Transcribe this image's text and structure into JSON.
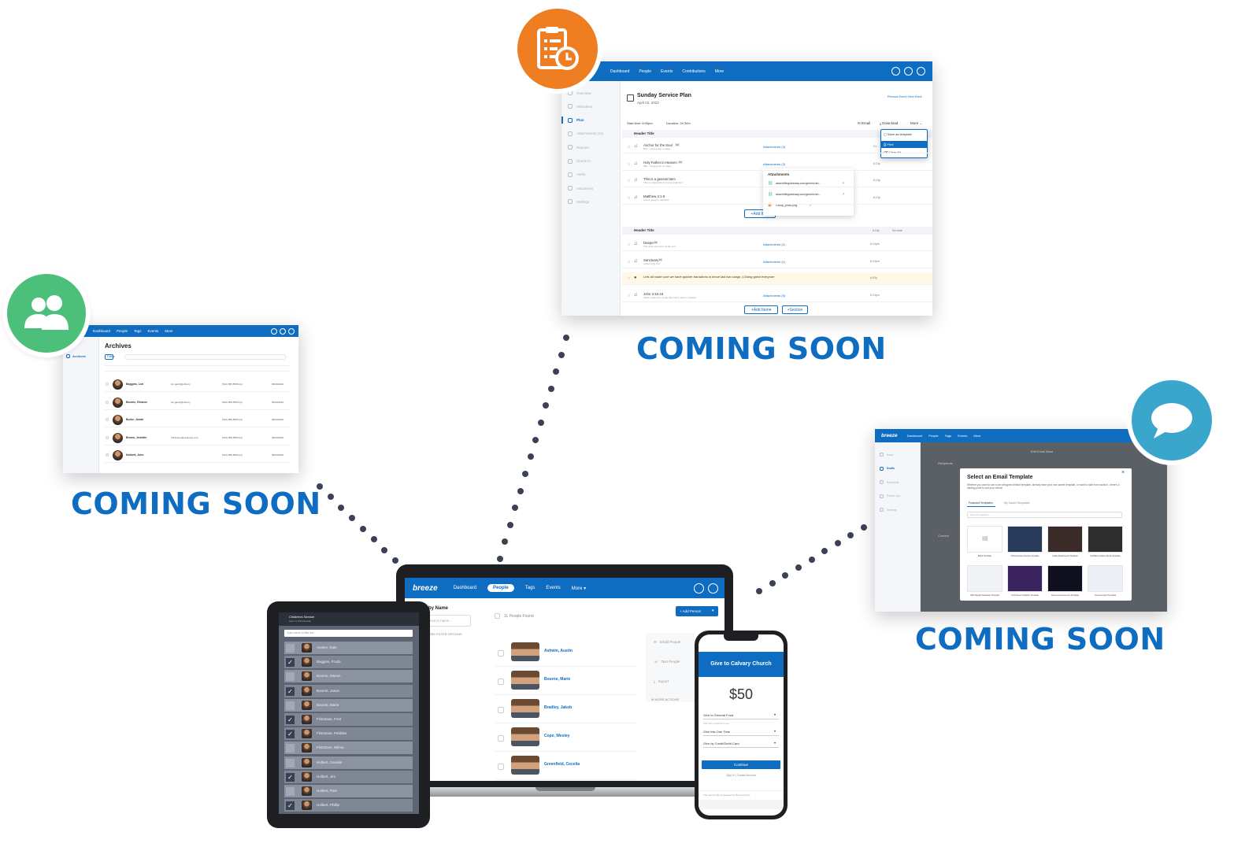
{
  "coming_soon": "COMING SOON",
  "colors": {
    "brand": "#0e6dc0",
    "orange": "#ef7d22",
    "green": "#4cc07a",
    "teal": "#3aa6cc"
  },
  "badges": {
    "plan": "clipboard-clock-icon",
    "people": "people-icon",
    "chat": "chat-bubble-icon"
  },
  "archives": {
    "nav": [
      "Dashboard",
      "People",
      "Tags",
      "Events",
      "More"
    ],
    "title": "Archives",
    "side": [
      "Archives"
    ],
    "filters": "Filters",
    "rows": [
      {
        "name": "Baggins, Lori",
        "email": "lori.gantz@shire.ly",
        "phone": "(512) 555-5555 (H)",
        "date": "05/04/2023"
      },
      {
        "name": "Bourne, Eleanor",
        "email": "lori.gantz@shire.ly",
        "phone": "(512) 555-5555 (H)",
        "date": "05/04/2023"
      },
      {
        "name": "Burke, Jonah",
        "email": "",
        "phone": "(512) 555-5555 (H)",
        "date": "05/04/2023"
      },
      {
        "name": "Brown, Jennifer",
        "email": "f.flintstone@example.com",
        "phone": "(512) 555-5555 (H)",
        "date": "05/04/2023"
      },
      {
        "name": "Holbert, John",
        "email": "",
        "phone": "(512) 555-5555 (H)",
        "date": "05/04/2023"
      }
    ]
  },
  "plan": {
    "nav": [
      "Dashboard",
      "People",
      "Events",
      "Contributions",
      "More"
    ],
    "side": [
      "Overview",
      "Attendees",
      "Plan",
      "Attachments (12)",
      "Reports",
      "Check In",
      "Alerts",
      "Volunteers",
      "Settings"
    ],
    "title": "Sunday Service Plan",
    "date": "April 02, 2023",
    "prevnext": "Previous Event | Next Event",
    "start": "Start time: 6:00pm",
    "duration": "Duration: 2h 30m",
    "email": "Email",
    "download": "Download",
    "more": "More",
    "menu": [
      "Save as template",
      "Print",
      "Clear All"
    ],
    "header_title": "Header Title",
    "items1": [
      {
        "title": "Anchor for the Soul",
        "key": "C#",
        "sub": "Billy - bring guitar to stage",
        "att": "Attachments (3)",
        "time": "6:1"
      },
      {
        "title": "Holy Father in Heaven",
        "key": "F#",
        "sub": "Billy - bring guitar on stage",
        "att": "Attachments (3)",
        "time": "6:10p"
      },
      {
        "title": "This is a general item",
        "key": "",
        "sub": "This is a description of a general item",
        "att": "",
        "time": "6:13p"
      },
      {
        "title": "Matthew 4:1-5",
        "key": "",
        "sub": "Lois is going to read this",
        "att": "",
        "time": "6:13p"
      }
    ],
    "attachments_title": "Attachments",
    "attachments": [
      "www.billingsleeway.com/generic/sh...",
      "www.billingsleeway.com/generic/sh...",
      "Group_photo.png"
    ],
    "items2": [
      {
        "title": "Deeper",
        "key": "C#",
        "sub": "The video Herman's at the end",
        "att": "Attachments (1)",
        "time": "6:10pm"
      },
      {
        "title": "Sanctuary",
        "key": "F#",
        "sub": "Ladies sing first",
        "att": "Attachments (1)",
        "time": "6:10pm"
      },
      {
        "title": "Lets all make sure we have quicker transitions in those last two songs :) Doing great everyone",
        "key": "",
        "sub": "",
        "att": "",
        "time": "6:53p"
      },
      {
        "title": "John 3:16-18",
        "key": "",
        "sub": "Sarah make sure to get them all to start to reading",
        "att": "Attachments (5)",
        "time": "6:10pm"
      }
    ],
    "add_item": "Add Item",
    "section": "Section",
    "h2_time": "6:10p",
    "h2_dur": "5m total"
  },
  "email": {
    "logo": "breeze",
    "nav": [
      "Dashboard",
      "People",
      "Tags",
      "Events",
      "More"
    ],
    "side": [
      "Inbox",
      "Drafts",
      "Keywords",
      "Follow Ups",
      "Settings"
    ],
    "edit_title": "Edit Email Blast",
    "recipients": "Recipients",
    "content": "Content",
    "modal_title": "Select an Email Template",
    "modal_desc": "Whether you want to use a pre-designed default template, already have your own saved template, or want to start from scratch - there's a starting point to suit your needs!",
    "tabs": [
      "Featured Templates",
      "My Saved Templates"
    ],
    "search": "Search templates...",
    "templates_row1": [
      "Blank Template",
      "Christmas Eve Service Template",
      "Coffee Break Event Template",
      "Fall Back Outdoor Movie Template"
    ],
    "templates_row2": [
      "VBS Weekly Newsletter Template",
      "Youth Event Invitation Template",
      "Event Announcement Template",
      "Announcement Template"
    ]
  },
  "laptop": {
    "logo": "breeze",
    "nav": [
      "Dashboard",
      "People",
      "Tags",
      "Events",
      "More"
    ],
    "filter_label": "by Name",
    "filter_placeholder": "person's name...",
    "more_filters": "MORE FILTER OPTIONS",
    "found": "11 People Found",
    "add_person": "Add Person",
    "people": [
      "Ashwin, Austin",
      "Bourne, Marie",
      "Bradley, Jakob",
      "Cope, Wesley",
      "Greenfield, Cecelia"
    ],
    "actions": [
      "Email People",
      "Text People",
      "Export"
    ],
    "more_actions": "MORE ACTIONS"
  },
  "tablet": {
    "event": "Children's Service",
    "sub": "April 2 | 8:00 Rosette",
    "search": "Type name to filter list...",
    "names": [
      "Austen, Kate",
      "Baggins, Frodo",
      "Bourne, Mason",
      "Bourne, Jason",
      "Bourne, Marie",
      "Flintstone, Fred",
      "Flintstone, Pebbles",
      "Flintstone, Wilma",
      "Holbert, Cecelia",
      "Holbert, Jim",
      "Holbert, Pam",
      "Holbert, Phillip"
    ],
    "checked": [
      false,
      true,
      false,
      true,
      false,
      true,
      true,
      false,
      false,
      true,
      false,
      true
    ]
  },
  "phone": {
    "title": "Give to Calvary Church",
    "amount": "$50",
    "fund_label": "Give to General Fund",
    "fund_sub": "Add Gift to Another Fund",
    "frequency": "Give this One Time",
    "method": "Give by Credit/Debit Card",
    "continue": "Continue",
    "signin": "Sign In | Create Account",
    "footer": "This secure site is powered by Breeze and is"
  }
}
